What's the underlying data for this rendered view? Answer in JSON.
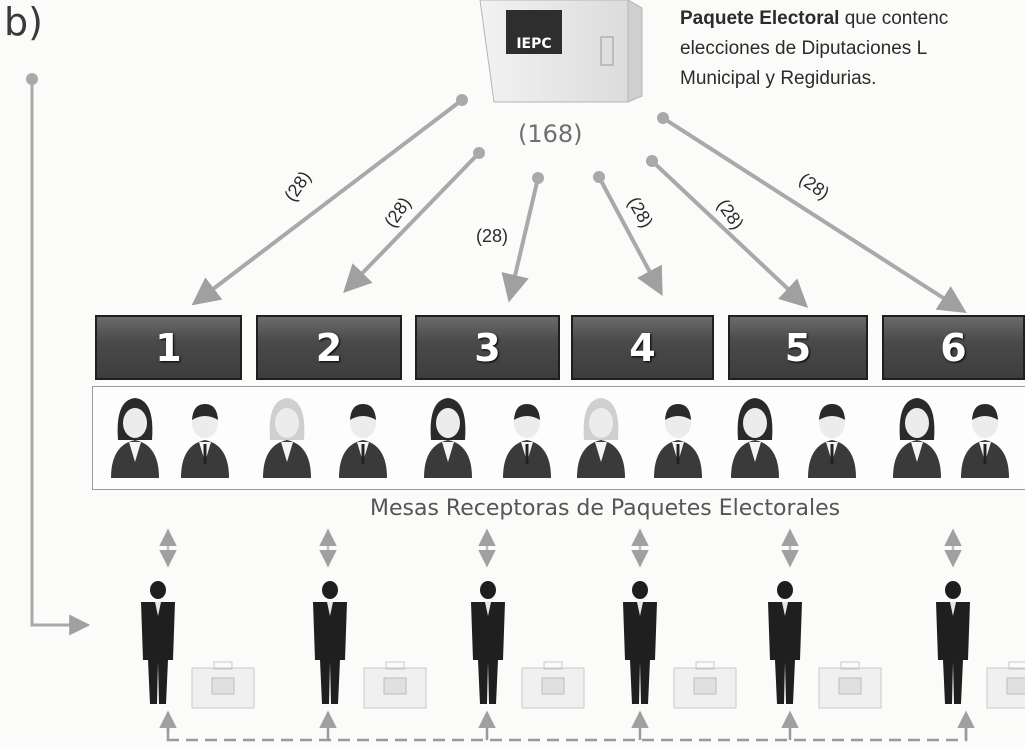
{
  "section_letter": "b)",
  "description": {
    "line1_bold": "Paquete Electoral",
    "line1_rest": " que contenc",
    "line2": "elecciones de Diputaciones L",
    "line3": "Municipal y Regidurias."
  },
  "total_label": "(168)",
  "box_icon_text": "IEPC",
  "arrow_labels": [
    "(28)",
    "(28)",
    "(28)",
    "(28)",
    "(28)",
    "(28)"
  ],
  "tables": [
    {
      "number": "1"
    },
    {
      "number": "2"
    },
    {
      "number": "3"
    },
    {
      "number": "4"
    },
    {
      "number": "5"
    },
    {
      "number": "6"
    }
  ],
  "subtitle": "Mesas Receptoras de Paquetes Electorales",
  "colors": {
    "box_dark": "#444444",
    "arrow": "#a9a9a9",
    "text": "#2b2b2b"
  }
}
